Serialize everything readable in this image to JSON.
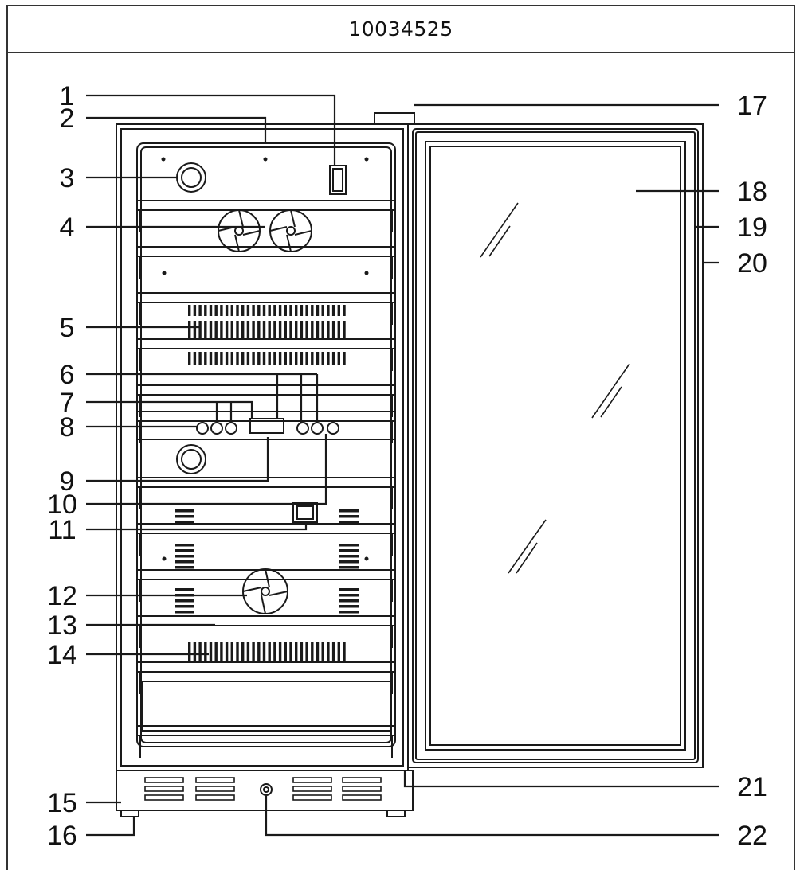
{
  "header": {
    "model_number": "10034525"
  },
  "callouts": {
    "n1": "1",
    "n2": "2",
    "n3": "3",
    "n4": "4",
    "n5": "5",
    "n6": "6",
    "n7": "7",
    "n8": "8",
    "n9": "9",
    "n10": "10",
    "n11": "11",
    "n12": "12",
    "n13": "13",
    "n14": "14",
    "n15": "15",
    "n16": "16",
    "n17": "17",
    "n18": "18",
    "n19": "19",
    "n20": "20",
    "n21": "21",
    "n22": "22"
  },
  "colors": {
    "line": "#1a1a1a",
    "background": "#ffffff"
  }
}
